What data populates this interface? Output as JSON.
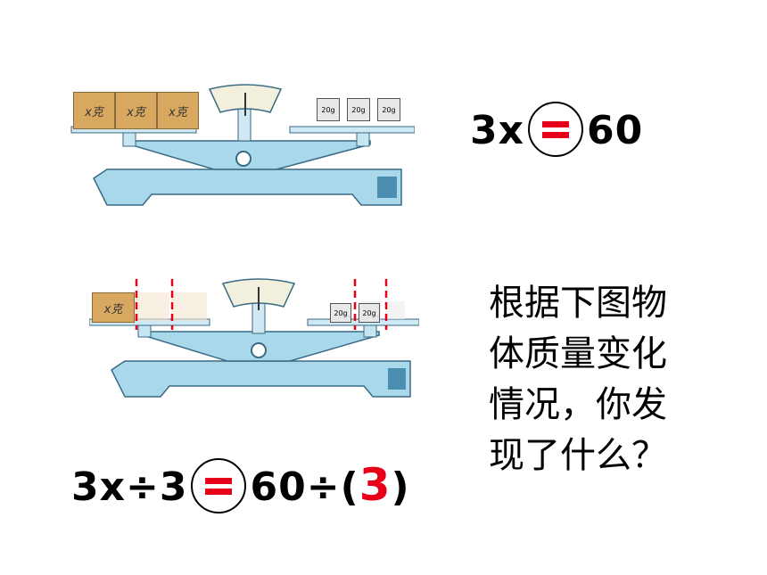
{
  "top_scale": {
    "left_blocks": [
      "x克",
      "x克",
      "x克"
    ],
    "right_weights": [
      "20g",
      "20g",
      "20g"
    ]
  },
  "bottom_scale": {
    "left_blocks": [
      "x克"
    ],
    "right_weights": [
      "20g",
      "20g"
    ]
  },
  "equation1": {
    "left": "3x",
    "right": "60"
  },
  "equation2": {
    "left": "3x÷3",
    "right_a": "60÷(",
    "answer": "3",
    "right_b": ")"
  },
  "question_lines": [
    "根据下图物",
    "体质量变化",
    "情况，你发",
    "现了什么？"
  ],
  "colors": {
    "accent": "#e8001a",
    "scale_blue": "#a8d8ea",
    "block": "#d9a860"
  }
}
